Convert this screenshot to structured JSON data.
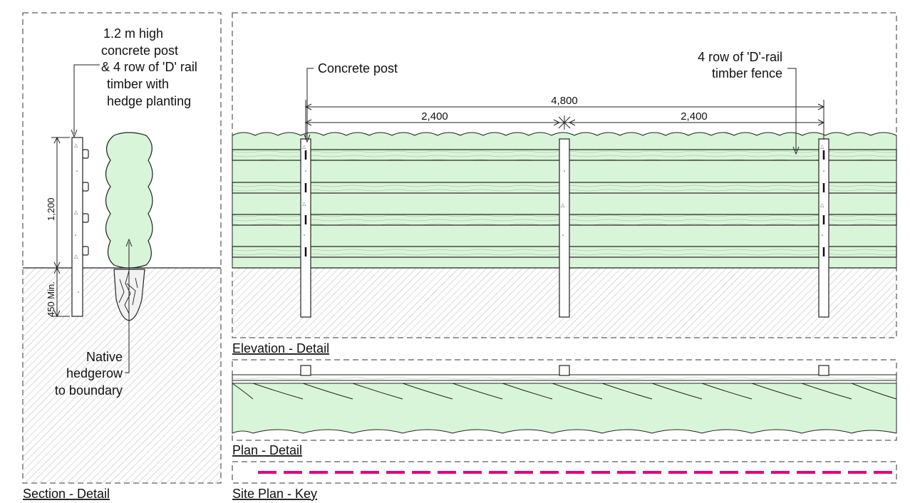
{
  "section": {
    "note_lines": [
      "1.2 m high",
      "concrete post",
      "& 4 row of 'D' rail",
      "timber with",
      "hedge planting"
    ],
    "dim_height": "1,200",
    "dim_depth": "450 Min.",
    "hedge_lines": [
      "Native",
      "hedgerow",
      "to boundary"
    ],
    "title": "Section - Detail"
  },
  "elevation": {
    "post_label": "Concrete post",
    "rail_lines": [
      "4 row of 'D'-rail",
      "timber fence"
    ],
    "dim_total": "4,800",
    "dim_left": "2,400",
    "dim_right": "2,400",
    "title": "Elevation - Detail"
  },
  "plan": {
    "title": "Plan - Detail"
  },
  "key": {
    "title": "Site Plan - Key",
    "line_color": "#e6007e"
  },
  "colors": {
    "hedge": "#d9f5d9",
    "ink": "#222222"
  }
}
